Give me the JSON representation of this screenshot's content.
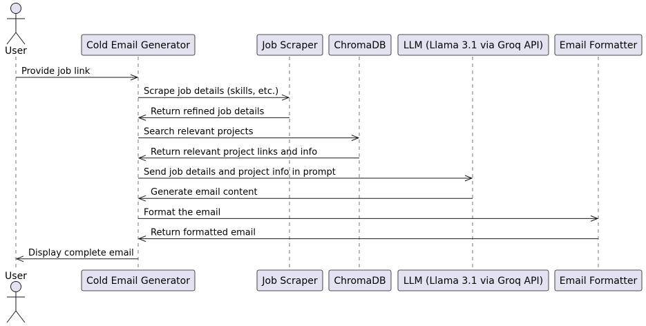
{
  "colors": {
    "box_fill": "#E2E2F0",
    "box_stroke": "#181818",
    "lifeline": "#181818",
    "arrow": "#181818",
    "background": "#FFFFFF"
  },
  "participants": [
    {
      "id": "user",
      "label": "User",
      "kind": "actor"
    },
    {
      "id": "gen",
      "label": "Cold Email Generator",
      "kind": "participant"
    },
    {
      "id": "scraper",
      "label": "Job Scraper",
      "kind": "participant"
    },
    {
      "id": "chroma",
      "label": "ChromaDB",
      "kind": "participant"
    },
    {
      "id": "llm",
      "label": "LLM (Llama 3.1 via Groq API)",
      "kind": "participant"
    },
    {
      "id": "fmt",
      "label": "Email Formatter",
      "kind": "participant"
    }
  ],
  "messages": [
    {
      "from": "user",
      "to": "gen",
      "label": "Provide job link"
    },
    {
      "from": "gen",
      "to": "scraper",
      "label": "Scrape job details (skills, etc.)"
    },
    {
      "from": "scraper",
      "to": "gen",
      "label": "Return refined job details"
    },
    {
      "from": "gen",
      "to": "chroma",
      "label": "Search relevant projects"
    },
    {
      "from": "chroma",
      "to": "gen",
      "label": "Return relevant project links and info"
    },
    {
      "from": "gen",
      "to": "llm",
      "label": "Send job details and project info in prompt"
    },
    {
      "from": "llm",
      "to": "gen",
      "label": "Generate email content"
    },
    {
      "from": "gen",
      "to": "fmt",
      "label": "Format the email"
    },
    {
      "from": "fmt",
      "to": "gen",
      "label": "Return formatted email"
    },
    {
      "from": "gen",
      "to": "user",
      "label": "Display complete email"
    }
  ]
}
